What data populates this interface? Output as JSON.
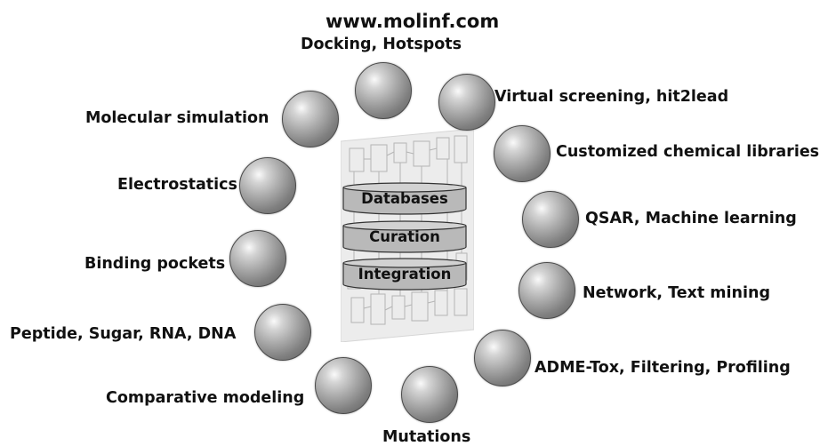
{
  "site": "www.molinf.com",
  "center": {
    "layers": [
      "Databases",
      "Curation",
      "Integration"
    ]
  },
  "topics": {
    "docking": "Docking, Hotspots",
    "virtual_screening": "Virtual screening, hit2lead",
    "libraries": "Customized chemical libraries",
    "qsar": "QSAR, Machine learning",
    "network": "Network, Text mining",
    "admet": "ADME-Tox, Filtering, Profiling",
    "mutations": "Mutations",
    "comparative": "Comparative modeling",
    "peptide": "Peptide, Sugar, RNA, DNA",
    "binding": "Binding pockets",
    "electrostatics": "Electrostatics",
    "simulation": "Molecular simulation"
  },
  "colors": {
    "sphere": "#9a9a9a",
    "cylinder": "#b9b9b9",
    "text": "#111111"
  }
}
